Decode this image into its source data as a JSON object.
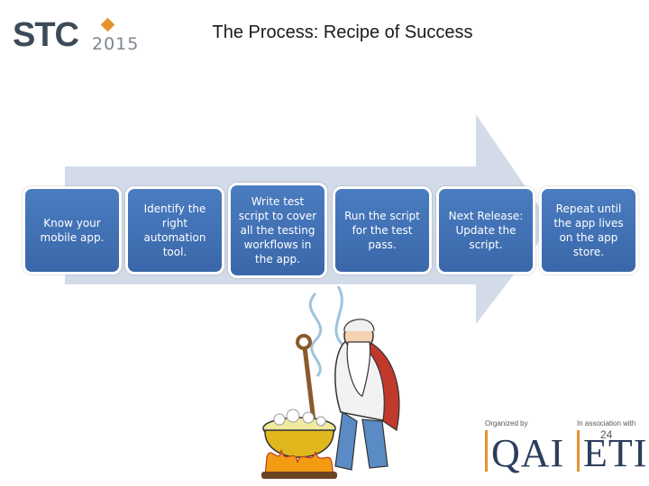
{
  "header": {
    "logo_text": "STC",
    "logo_year": "2015",
    "title": "The Process: Recipe of Success"
  },
  "steps": [
    "Know your mobile app.",
    "Identify the right automation tool.",
    "Write test script to cover all the testing workflows in the app.",
    "Run the script for the test pass.",
    "Next Release: Update the script.",
    "Repeat until the app lives on the app store."
  ],
  "footer": {
    "organized_label": "Organized by",
    "organized_brand": "QAI",
    "association_label": "In association with",
    "association_brand": "ETI",
    "page_number": "24"
  },
  "colors": {
    "step_fill": "#3f6fb5",
    "arrow_fill": "#d3dbe9",
    "accent": "#e8912f"
  }
}
